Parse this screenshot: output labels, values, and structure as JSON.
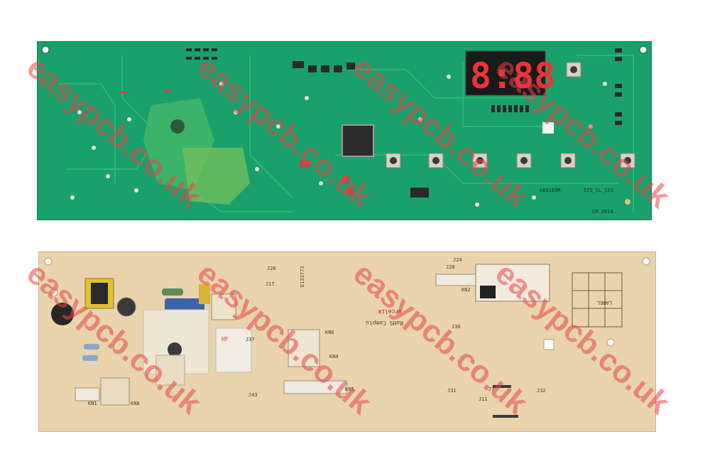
{
  "photo": {
    "top_board": {
      "display_digits": "8:88",
      "part_code": "AE0165R",
      "rev_code": "575_SL_C01",
      "year_code": "CM 2014"
    },
    "bottom_board": {
      "rohs": "RoHS Complu",
      "brand": "arcelik",
      "label_text": "LABEL",
      "connectors": [
        "J20",
        "J17",
        "J24",
        "J28",
        "J30",
        "J31",
        "J32",
        "J37",
        "J43",
        "J11",
        "J7",
        "KN1",
        "KN2",
        "KN4",
        "KN5",
        "KN6",
        "KN8"
      ],
      "relay_text": "HF",
      "cert_code": "E133773"
    },
    "watermark_text": "easypcb.co.uk"
  },
  "colors": {
    "top_pcb": "#1aa06a",
    "bottom_pcb": "#e9d4ae",
    "watermark": "#e64646"
  }
}
